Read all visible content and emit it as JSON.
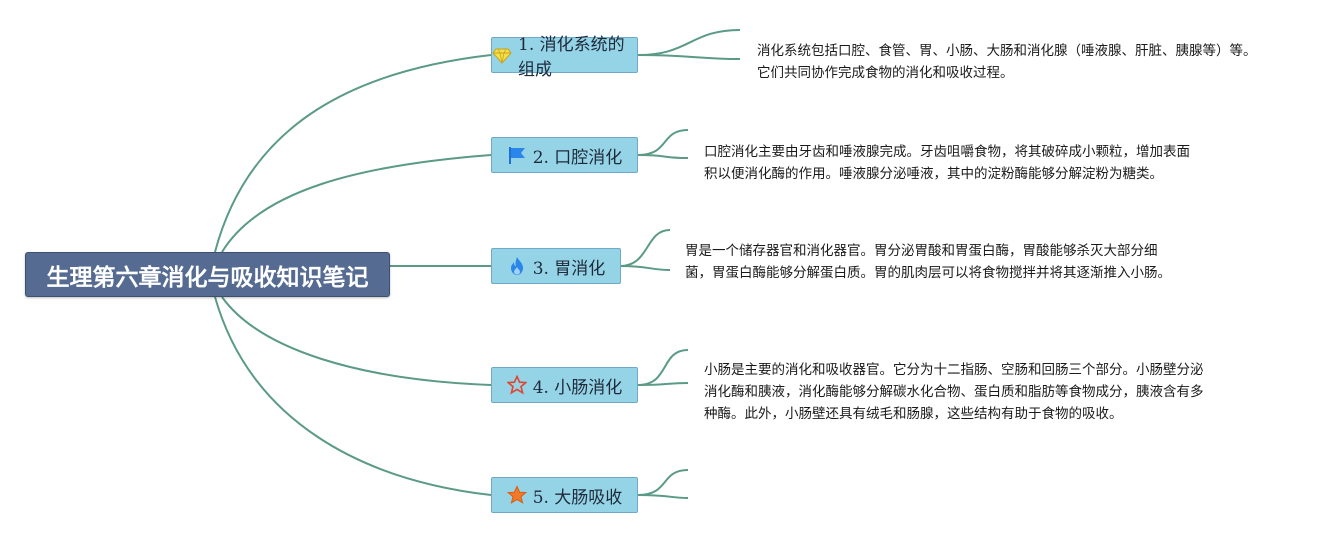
{
  "root": {
    "title": "生理第六章消化与吸收知识笔记"
  },
  "topics": [
    {
      "label": "1. 消化系统的组成",
      "icon": "diamond-icon",
      "note": "消化系统包括口腔、食管、胃、小肠、大肠和消化腺（唾液腺、肝脏、胰腺等）等。它们共同协作完成食物的消化和吸收过程。"
    },
    {
      "label": "2. 口腔消化",
      "icon": "flag-icon",
      "note": "口腔消化主要由牙齿和唾液腺完成。牙齿咀嚼食物，将其破碎成小颗粒，增加表面积以便消化酶的作用。唾液腺分泌唾液，其中的淀粉酶能够分解淀粉为糖类。"
    },
    {
      "label": "3. 胃消化",
      "icon": "fire-icon",
      "note": "胃是一个储存器官和消化器官。胃分泌胃酸和胃蛋白酶，胃酸能够杀灭大部分细菌，胃蛋白酶能够分解蛋白质。胃的肌肉层可以将食物搅拌并将其逐渐推入小肠。"
    },
    {
      "label": "4. 小肠消化",
      "icon": "star-outline-icon",
      "note": "小肠是主要的消化和吸收器官。它分为十二指肠、空肠和回肠三个部分。小肠壁分泌消化酶和胰液，消化酶能够分解碳水化合物、蛋白质和脂肪等食物成分，胰液含有多种酶。此外，小肠壁还具有绒毛和肠腺，这些结构有助于食物的吸收。"
    },
    {
      "label": "5. 大肠吸收",
      "icon": "star-filled-icon",
      "note": ""
    }
  ],
  "colors": {
    "line": "#5a9a86",
    "root_bg": "#566b92",
    "node_bg": "#95d4e6"
  }
}
